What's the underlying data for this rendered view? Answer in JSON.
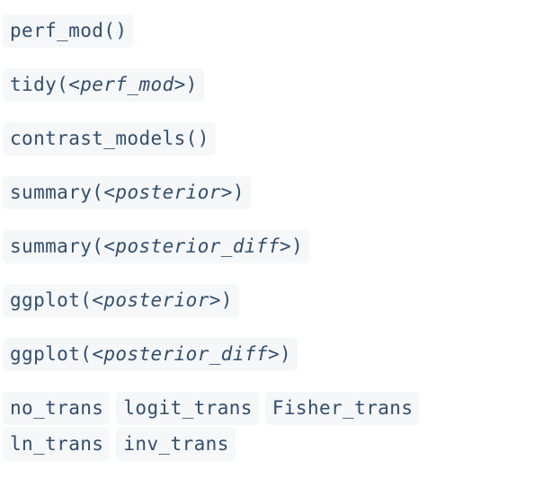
{
  "reference_items": [
    {
      "name": "perf_mod",
      "pre": "perf_mod()",
      "arg": "",
      "post": ""
    },
    {
      "name": "tidy-perf-mod",
      "pre": "tidy(",
      "arg": "<perf_mod>",
      "post": ")"
    },
    {
      "name": "contrast-models",
      "pre": "contrast_models()",
      "arg": "",
      "post": ""
    },
    {
      "name": "summary-posterior",
      "pre": "summary(",
      "arg": "<posterior>",
      "post": ")"
    },
    {
      "name": "summary-posterior-diff",
      "pre": "summary(",
      "arg": "<posterior_diff>",
      "post": ")"
    },
    {
      "name": "ggplot-posterior",
      "pre": "ggplot(",
      "arg": "<posterior>",
      "post": ")"
    },
    {
      "name": "ggplot-posterior-diff",
      "pre": "ggplot(",
      "arg": "<posterior_diff>",
      "post": ")"
    }
  ],
  "transform_rows": [
    [
      "no_trans",
      "logit_trans",
      "Fisher_trans"
    ],
    [
      "ln_trans",
      "inv_trans"
    ]
  ],
  "colors": {
    "chip_background": "#f5f7f9",
    "code_text": "#314e6e"
  }
}
